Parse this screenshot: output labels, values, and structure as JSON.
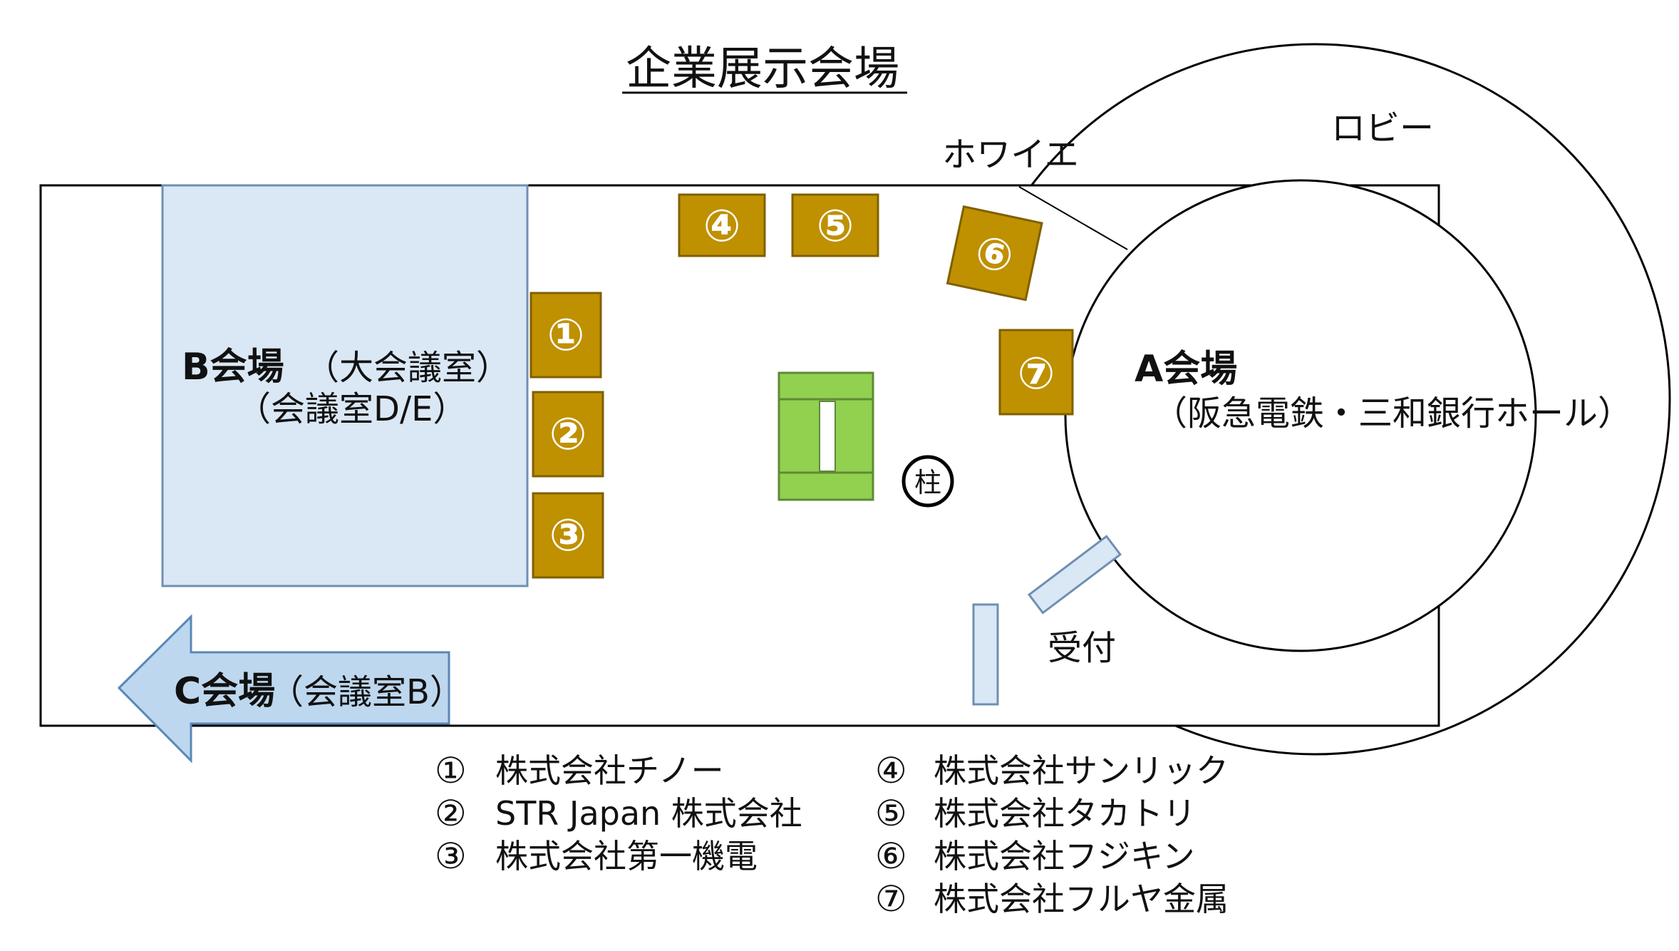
{
  "title": "企業展示会場",
  "labels": {
    "lobby": "ロビー",
    "foyer": "ホワイエ",
    "b_hall": "B会場",
    "b_hall_sub1": "（大会議室）",
    "b_hall_sub2": "（会議室D/E）",
    "a_hall": "A会場",
    "a_hall_sub": "（阪急電鉄・三和銀行ホール）",
    "c_hall": "C会場",
    "c_hall_sub": "（会議室B）",
    "pillar": "柱",
    "reception": "受付"
  },
  "booths": [
    {
      "num": "①"
    },
    {
      "num": "②"
    },
    {
      "num": "③"
    },
    {
      "num": "④"
    },
    {
      "num": "⑤"
    },
    {
      "num": "⑥"
    },
    {
      "num": "⑦"
    }
  ],
  "legend": [
    {
      "num": "①",
      "name": "株式会社チノー"
    },
    {
      "num": "②",
      "name": "STR Japan 株式会社"
    },
    {
      "num": "③",
      "name": "株式会社第一機電"
    },
    {
      "num": "④",
      "name": "株式会社サンリック"
    },
    {
      "num": "⑤",
      "name": "株式会社タカトリ"
    },
    {
      "num": "⑥",
      "name": "株式会社フジキン"
    },
    {
      "num": "⑦",
      "name": "株式会社フルヤ金属"
    }
  ],
  "colors": {
    "booth_fill": "#bf9000",
    "booth_stroke": "#7f6000",
    "b_hall_fill": "#dae7f5",
    "green_fill": "#92d050",
    "arrow_fill": "#bdd7ee",
    "reception_fill": "#dae7f5",
    "line": "#000000"
  }
}
